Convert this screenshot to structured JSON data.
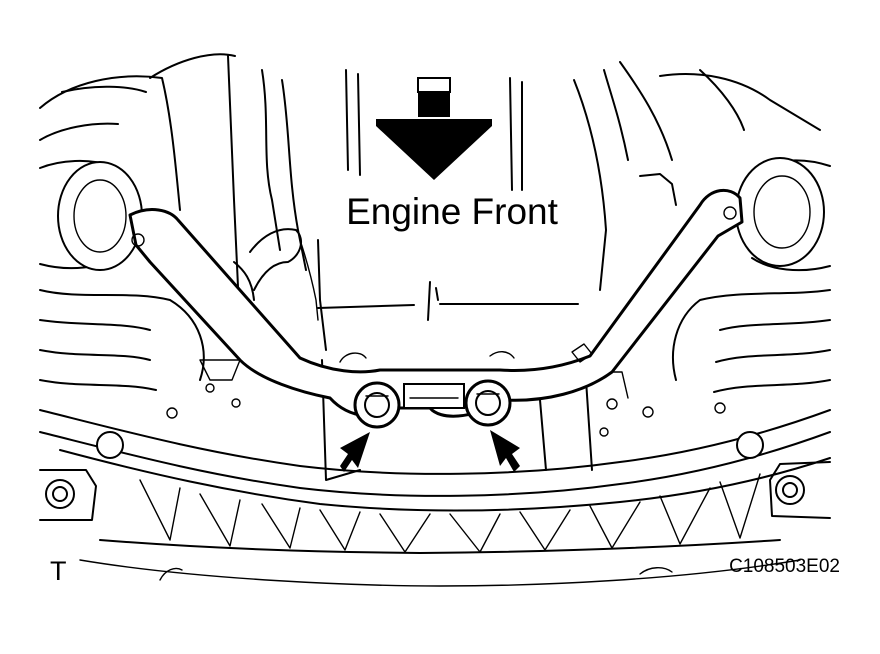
{
  "diagram": {
    "heading": "Engine Front",
    "illustration_code": "C108503E02",
    "corner_mark": "T",
    "icons": [
      "direction-arrow-down-icon",
      "pointer-arrow-icon"
    ]
  }
}
